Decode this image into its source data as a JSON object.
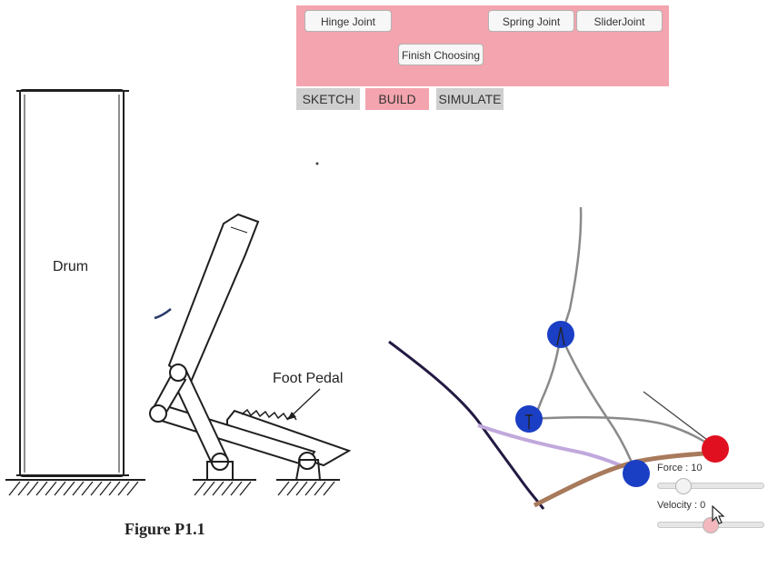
{
  "toolbar": {
    "hinge_joint": "Hinge Joint",
    "spring_joint": "Spring Joint",
    "slider_joint": "SliderJoint",
    "finish_choosing": "Finish Choosing"
  },
  "tabs": [
    {
      "label": "SKETCH",
      "active": false
    },
    {
      "label": "BUILD",
      "active": true
    },
    {
      "label": "SIMULATE",
      "active": false
    }
  ],
  "figure": {
    "drum_label": "Drum",
    "pedal_label": "Foot Pedal",
    "caption": "Figure P1.1"
  },
  "controls": {
    "force_label": "Force : 10",
    "force_level": 0.2,
    "velocity_label": "Velocity : 0",
    "velocity_level": 0.5
  },
  "colors": {
    "panel_pink": "#f4a4ae",
    "joint_blue": "#1a3ec4",
    "joint_red": "#e01020",
    "sketch_brown": "#a87a5c",
    "sketch_lavender": "#c0a8dc",
    "sketch_dark": "#231942",
    "link_gray": "#8a8a8a"
  }
}
